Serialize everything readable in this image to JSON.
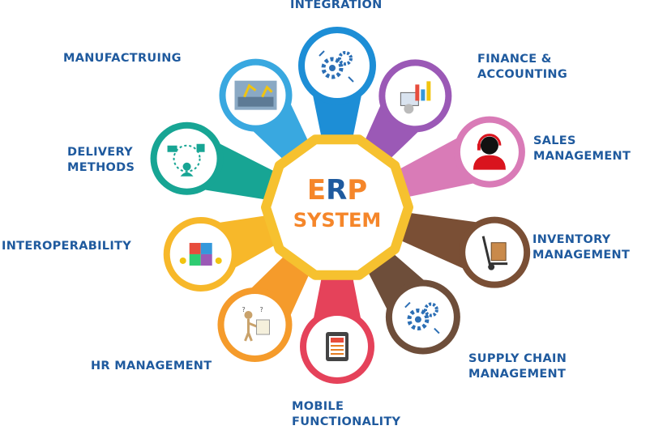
{
  "center": {
    "line1": "ERP",
    "line2": "SYSTEM"
  },
  "modules": [
    {
      "id": "integration",
      "lines": [
        "INTEGRATION"
      ],
      "color": "#1d8ed6",
      "icon": "gears-icon"
    },
    {
      "id": "finance",
      "lines": [
        "FINANCE &",
        "ACCOUNTING"
      ],
      "color": "#9b59b6",
      "icon": "finance-chart-icon"
    },
    {
      "id": "sales",
      "lines": [
        "SALES",
        "MANAGEMENT"
      ],
      "color": "#d97bb7",
      "icon": "headset-agent-icon"
    },
    {
      "id": "inventory",
      "lines": [
        "INVENTORY",
        "MANAGEMENT"
      ],
      "color": "#7a4f35",
      "icon": "hand-truck-icon"
    },
    {
      "id": "supply",
      "lines": [
        "SUPPLY CHAIN",
        "MANAGEMENT"
      ],
      "color": "#6e4e3a",
      "icon": "gears-icon"
    },
    {
      "id": "mobile",
      "lines": [
        "MOBILE",
        "FUNCTIONALITY"
      ],
      "color": "#e5425a",
      "icon": "tablet-icon"
    },
    {
      "id": "hr",
      "lines": [
        "HR MANAGEMENT"
      ],
      "color": "#f59b2b",
      "icon": "thinking-figure-icon"
    },
    {
      "id": "interop",
      "lines": [
        "INTEROPERABILITY"
      ],
      "color": "#f7b82a",
      "icon": "puzzle-people-icon"
    },
    {
      "id": "delivery",
      "lines": [
        "DELIVERY",
        "METHODS"
      ],
      "color": "#17a594",
      "icon": "delivery-network-icon"
    },
    {
      "id": "manufacturing",
      "lines": [
        "MANUFACTRUING"
      ],
      "color": "#39a8e0",
      "icon": "factory-robot-icon"
    }
  ],
  "colors": {
    "hub_fill": "#ffffff",
    "hub_ring": "#f6c12f",
    "text": "#1f5a9e",
    "erp_e": "#f5862a",
    "erp_r": "#1f5a9e",
    "erp_p": "#f5862a",
    "system_text": "#f5862a"
  }
}
